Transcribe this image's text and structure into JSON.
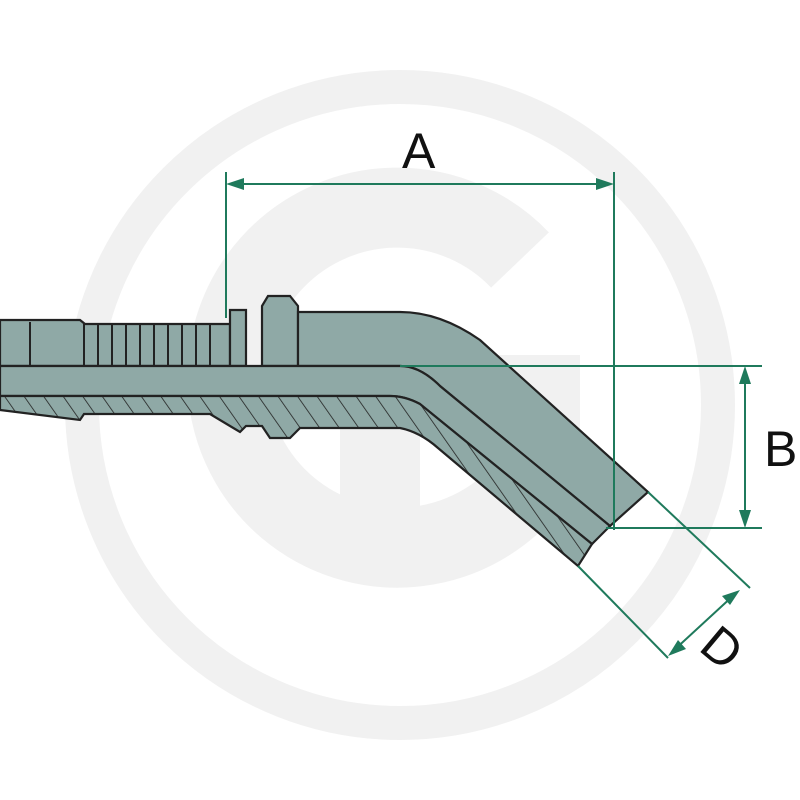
{
  "labels": {
    "a": "A",
    "b": "B",
    "d": "D"
  },
  "colors": {
    "body_fill": "#8fa9a6",
    "body_dark": "#6f8f8b",
    "outline": "#222222",
    "dimension_line": "#1f7a5c",
    "watermark": "#f1f1f1",
    "background": "#ffffff"
  },
  "watermark": {
    "icon": "g-logo-watermark"
  }
}
